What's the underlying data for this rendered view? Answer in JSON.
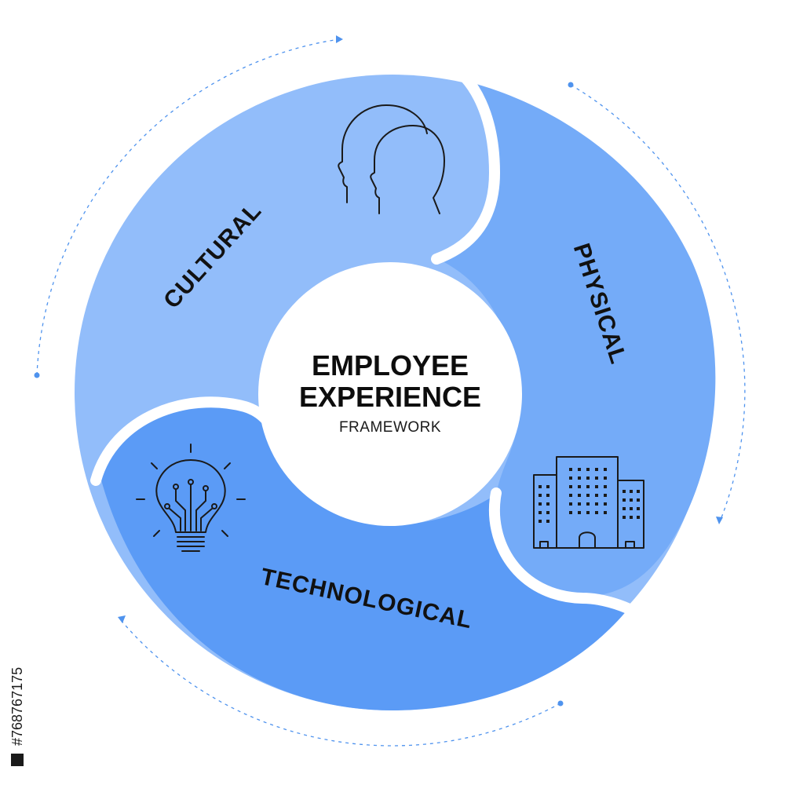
{
  "diagram": {
    "center": {
      "title_line1": "EMPLOYEE",
      "title_line2": "EXPERIENCE",
      "subtitle": "FRAMEWORK"
    },
    "segments": [
      {
        "label": "CULTURAL",
        "color": "#92bdfa",
        "icon": "two-heads-icon"
      },
      {
        "label": "PHYSICAL",
        "color": "#74abf8",
        "icon": "office-buildings-icon"
      },
      {
        "label": "TECHNOLOGICAL",
        "color": "#5b9bf6",
        "icon": "circuit-lightbulb-icon"
      }
    ],
    "arrow_color": "#4f93ee"
  },
  "watermark": {
    "stock_id": "#768767175"
  }
}
